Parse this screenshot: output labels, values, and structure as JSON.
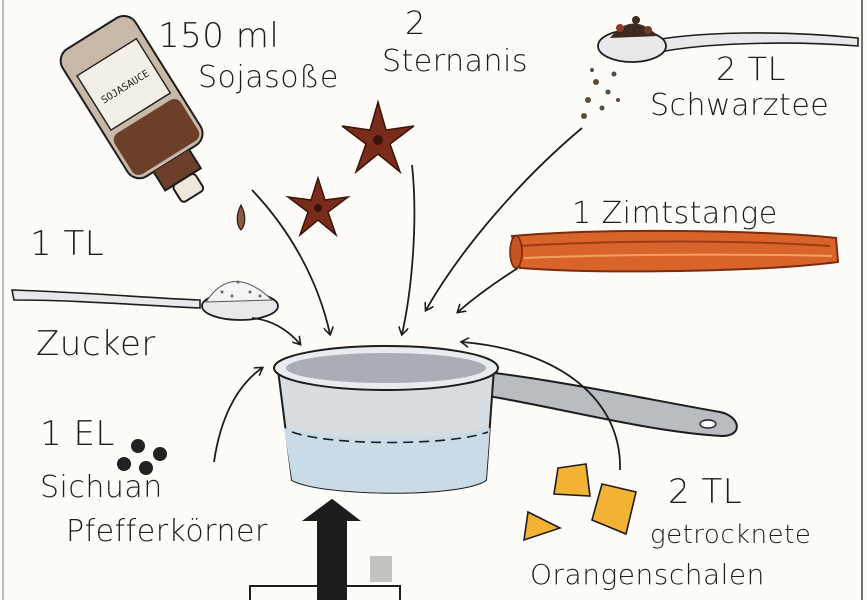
{
  "ingredients": {
    "soy": {
      "amount": "150 ml",
      "name": "Sojasoße",
      "bottle_label": "SOJASAUCE"
    },
    "star_anise": {
      "amount": "2",
      "name": "Sternanis"
    },
    "black_tea": {
      "amount": "2 TL",
      "name": "Schwarztee"
    },
    "cinnamon": {
      "amount": "1 Zimtstange"
    },
    "sugar": {
      "amount": "1 TL",
      "name": "Zucker"
    },
    "sichuan": {
      "amount": "1 EL",
      "name_line1": "Sichuan",
      "name_line2": "Pfefferkörner"
    },
    "orange": {
      "amount": "2 TL",
      "name_line1": "getrocknete",
      "name_line2": "Orangenschalen"
    }
  },
  "colors": {
    "ink": "#1d1d1d",
    "soy_brown": "#6b3f2a",
    "anise": "#7a2c1a",
    "cinnamon": "#d9642a",
    "orange_peel": "#f2b233",
    "water": "#c9dbe6",
    "pot_gray": "#9aa0a6"
  }
}
